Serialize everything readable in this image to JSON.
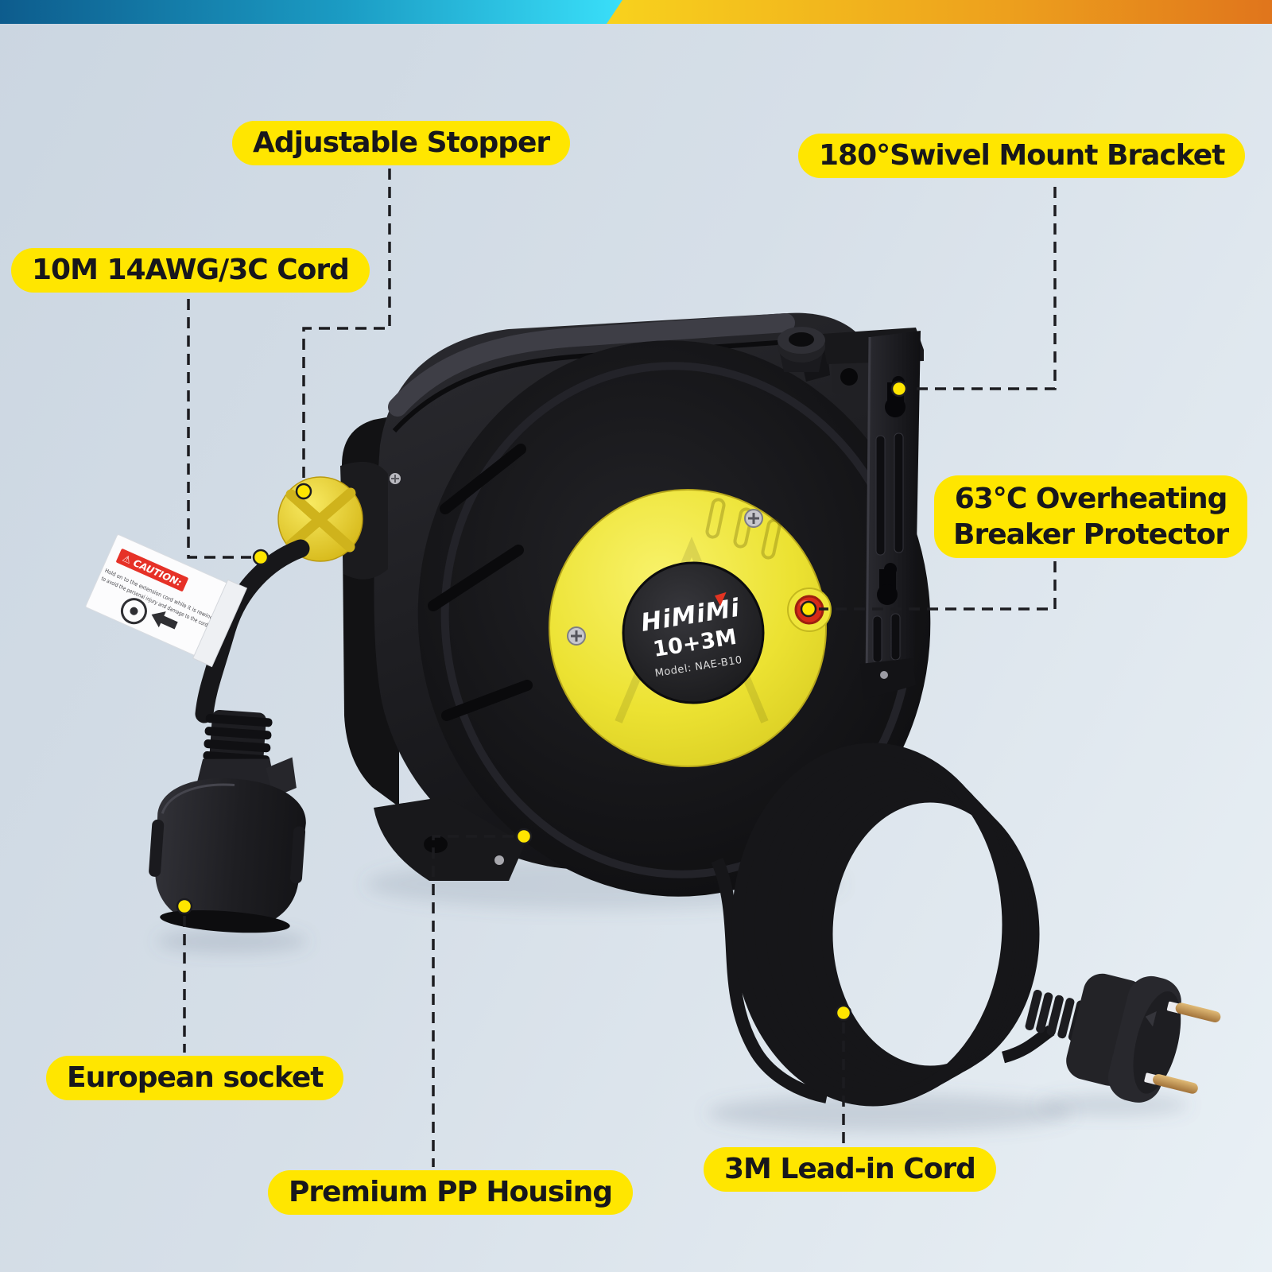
{
  "callouts": {
    "adjustable_stopper": "Adjustable Stopper",
    "swivel_bracket": "180°Swivel Mount Bracket",
    "cord_10m": "10M 14AWG/3C Cord",
    "breaker_line1": "63℃ Overheating",
    "breaker_line2": "Breaker Protector",
    "european_socket": "European socket",
    "pp_housing": "Premium PP Housing",
    "lead_in_cord": "3M Lead-in Cord"
  },
  "product": {
    "brand": "HiMiMi",
    "capacity_label": "10+3M",
    "model_label": "Model: NAE-B10",
    "caution_title": "⚠ CAUTION:",
    "caution_line1": "Hold on to the extension cord while it is rewinding,",
    "caution_line2": "to avoid the personal injury and damage to the cord reel."
  },
  "colors": {
    "label_bg": "#FFE600",
    "label_text": "#17171C",
    "reel_yellow": "#EDE238",
    "breaker_button_red": "#D62B17",
    "marker_dot": "#FFE600",
    "banner_blue": [
      "#0D5C8D",
      "#3AE0FA"
    ],
    "banner_orange": [
      "#F8D21D",
      "#E0751C"
    ]
  }
}
